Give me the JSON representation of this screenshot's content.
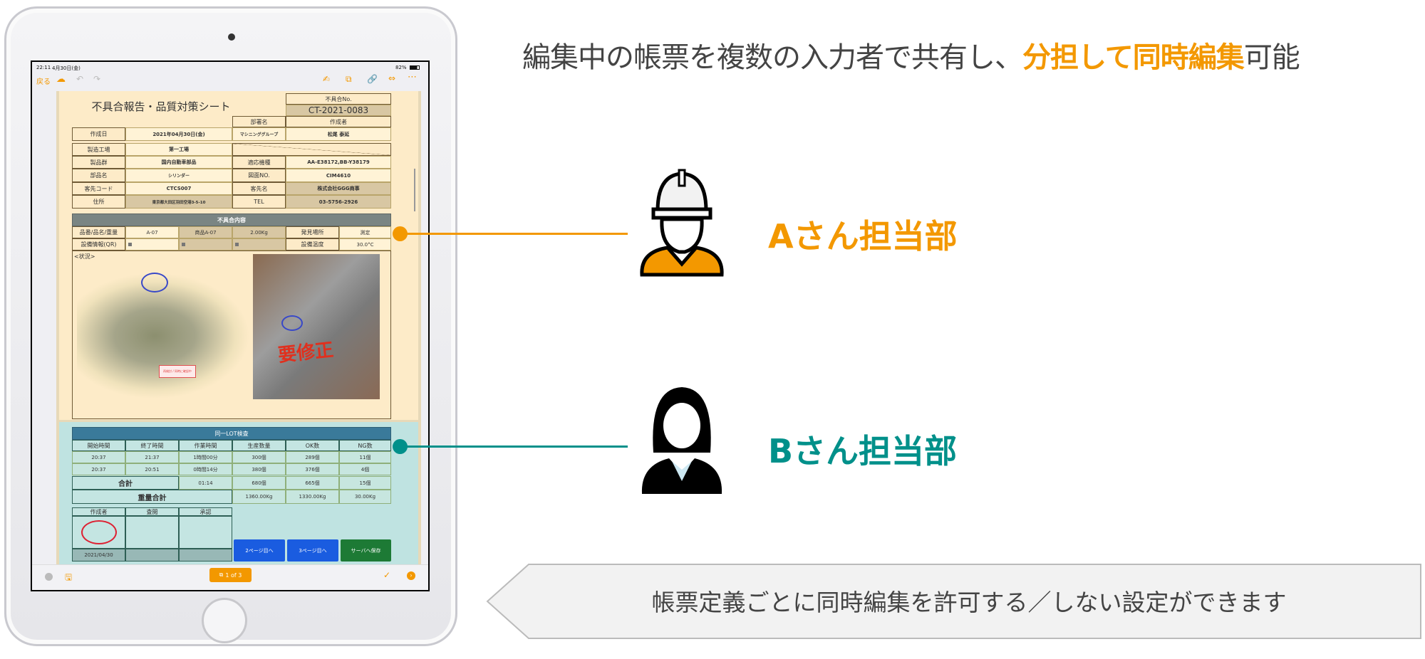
{
  "headline": {
    "part1": "編集中の帳票を複数の入力者で共有し、",
    "highlight": "分担して同時編集",
    "part2": "可能"
  },
  "roles": [
    {
      "label": "Aさん担当部",
      "color": "#f39800",
      "icon": "worker-helmet-icon"
    },
    {
      "label": "Bさん担当部",
      "color": "#00908a",
      "icon": "businesswoman-icon"
    }
  ],
  "banner": {
    "text": "帳票定義ごとに同時編集を許可する／しない設定ができます"
  },
  "ipad": {
    "status": {
      "time": "22:11",
      "date": "4月30日(金)",
      "battery": "82%"
    },
    "toolbar": {
      "back": "戻る",
      "icons": [
        "cloud-icon",
        "undo-icon",
        "redo-icon",
        "pen-icon",
        "copy-icon",
        "link-icon",
        "fit-width-icon",
        "more-icon"
      ]
    },
    "form": {
      "title": "不具合報告・品質対策シート",
      "no_label": "不具合No.",
      "no_value": "CT-2021-0083",
      "dept_label": "部署名",
      "author_label": "作成者",
      "date_label": "作成日",
      "date_value": "2021年04月30日(金)",
      "dept_value": "マシニンググループ",
      "author_value": "松尾 泰延",
      "rows": [
        {
          "l1": "製造工場",
          "v1": "第一工場"
        },
        {
          "l1": "製品群",
          "v1": "国内自動車部品",
          "l2": "適応機種",
          "v2": "AA-E38172,BB-Y38179"
        },
        {
          "l1": "部品名",
          "v1": "シリンダー",
          "l2": "図面NO.",
          "v2": "CIM4610"
        },
        {
          "l1": "客先コード",
          "v1": "CTCS007",
          "l2": "客先名",
          "v2": "株式会社GGG商事"
        },
        {
          "l1": "住所",
          "v1": "東京都大田区羽田空港3-5-10",
          "l2": "TEL",
          "v2": "03-5756-2926"
        }
      ],
      "defect": {
        "header": "不具合内容",
        "item_label": "品番/品名/重量",
        "item_no": "A-07",
        "item_name": "商品A-07",
        "weight": "2.00Kg",
        "place_label": "発見場所",
        "place_value": "測定",
        "equip_label": "設備情報(QR)",
        "temp_label": "設備温度",
        "temp_value": "30.0°C",
        "situation_label": "<状況>",
        "note": "再検討 / 同時に確認中",
        "handwriting": "要修正"
      },
      "lot": {
        "header": "同一LOT検査",
        "columns": [
          "開始時間",
          "終了時間",
          "作業時間",
          "生産数量",
          "OK数",
          "NG数"
        ],
        "rows": [
          [
            "20:37",
            "21:37",
            "1時間00分",
            "300個",
            "289個",
            "11個"
          ],
          [
            "20:37",
            "20:51",
            "0時間14分",
            "380個",
            "376個",
            "4個"
          ]
        ],
        "total_label": "合計",
        "total": [
          "01:14",
          "680個",
          "665個",
          "15個"
        ],
        "weight_label": "重量合計",
        "weight": [
          "1360.00Kg",
          "1330.00Kg",
          "30.00Kg"
        ]
      },
      "approval": {
        "columns": [
          "作成者",
          "査閲",
          "承認"
        ],
        "date": "2021/04/30"
      },
      "buttons": [
        {
          "label": "2ページ目へ",
          "color": "#1a5ce0"
        },
        {
          "label": "3ページ目へ",
          "color": "#1a5ce0"
        },
        {
          "label": "サーバへ保存",
          "color": "#1d7a35"
        }
      ]
    },
    "bottom": {
      "page": "1 of 3"
    }
  }
}
